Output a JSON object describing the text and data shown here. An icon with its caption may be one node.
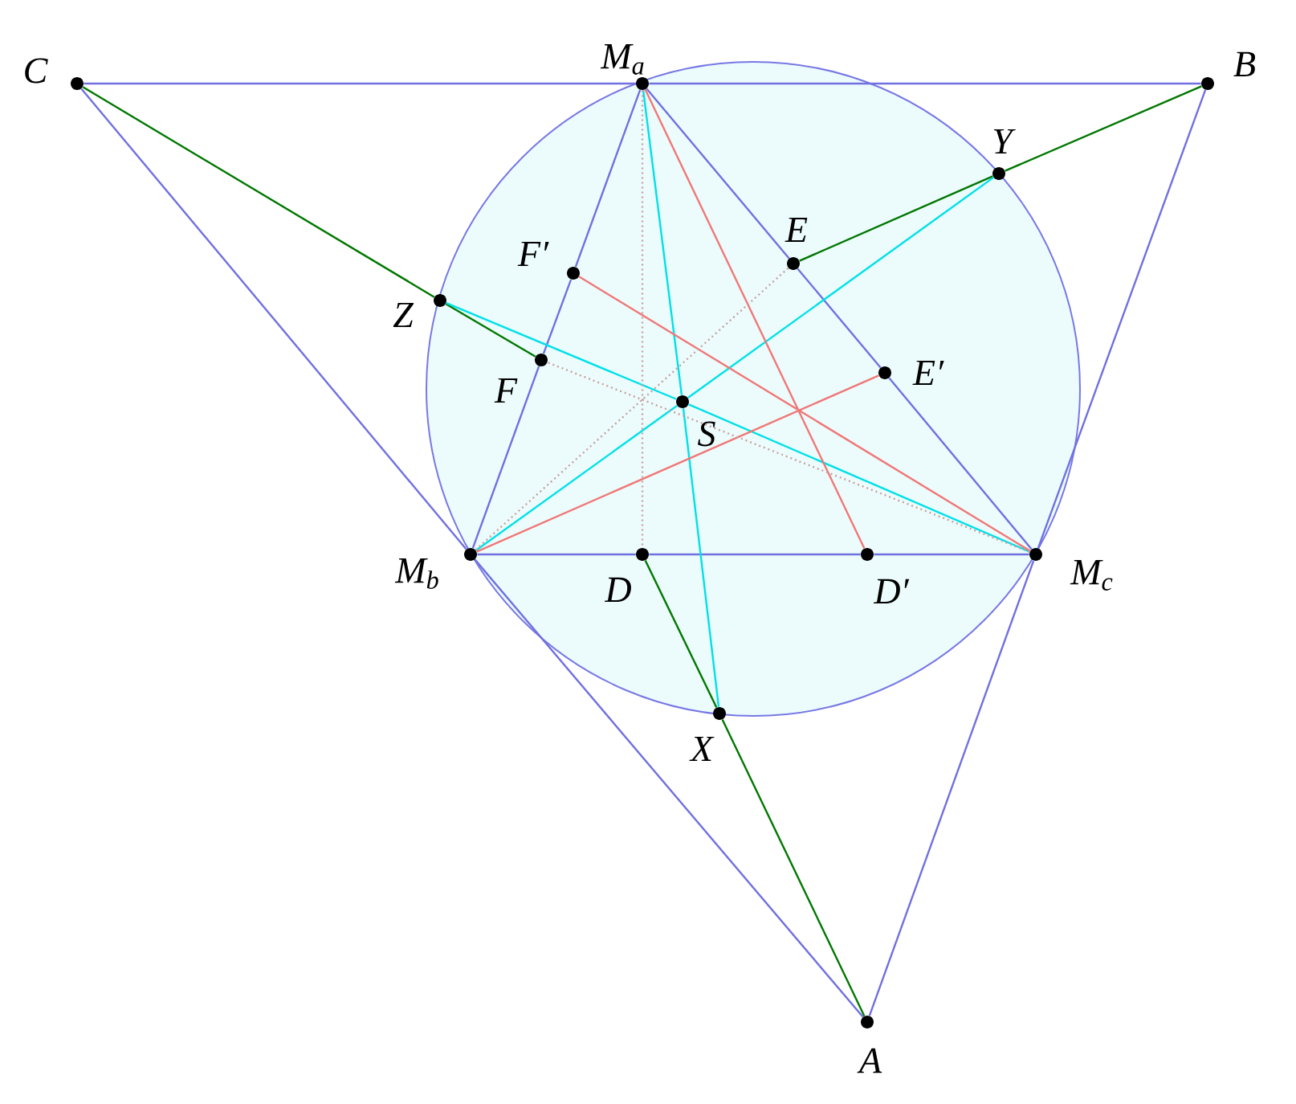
{
  "diagram": {
    "nodes": [
      {
        "text": [
          "C"
        ]
      },
      {
        "text": [
          "M$_{a}$"
        ]
      },
      {
        "text": [
          "B"
        ]
      },
      {
        "text": [
          "Y"
        ]
      },
      {
        "text": [
          "E"
        ]
      },
      {
        "text": [
          "F′"
        ]
      },
      {
        "text": [
          "Z"
        ]
      },
      {
        "text": [
          "F"
        ]
      },
      {
        "text": [
          "E′"
        ]
      },
      {
        "text": [
          "S"
        ]
      },
      {
        "text": [
          "M$_{b}$"
        ]
      },
      {
        "text": [
          "D"
        ]
      },
      {
        "text": [
          "D′"
        ]
      },
      {
        "text": [
          "M$_{c}$"
        ]
      },
      {
        "text": [
          "X"
        ]
      },
      {
        "text": [
          "A"
        ]
      }
    ],
    "edges": [
      {
        "from": 0,
        "to": 1,
        "arrow": "none"
      },
      {
        "from": 1,
        "to": 2,
        "arrow": "none"
      },
      {
        "from": 0,
        "to": 10,
        "arrow": "none"
      },
      {
        "from": 10,
        "to": 15,
        "arrow": "none"
      },
      {
        "from": 2,
        "to": 13,
        "arrow": "none"
      },
      {
        "from": 13,
        "to": 15,
        "arrow": "none"
      },
      {
        "from": 1,
        "to": 5,
        "arrow": "none"
      },
      {
        "from": 5,
        "to": 7,
        "arrow": "none"
      },
      {
        "from": 7,
        "to": 10,
        "arrow": "none"
      },
      {
        "from": 1,
        "to": 4,
        "arrow": "none"
      },
      {
        "from": 4,
        "to": 8,
        "arrow": "none"
      },
      {
        "from": 8,
        "to": 13,
        "arrow": "none"
      },
      {
        "from": 10,
        "to": 11,
        "arrow": "none"
      },
      {
        "from": 11,
        "to": 12,
        "arrow": "none"
      },
      {
        "from": 12,
        "to": 13,
        "arrow": "none"
      },
      {
        "from": 0,
        "to": 6,
        "arrow": "none",
        "color": "#007700"
      },
      {
        "from": 6,
        "to": 7,
        "arrow": "none",
        "color": "#007700"
      },
      {
        "from": 2,
        "to": 3,
        "arrow": "none",
        "color": "#007700"
      },
      {
        "from": 3,
        "to": 4,
        "arrow": "none",
        "color": "#007700"
      },
      {
        "from": 15,
        "to": 14,
        "arrow": "none",
        "color": "#007700"
      },
      {
        "from": 14,
        "to": 11,
        "arrow": "none",
        "color": "#007700"
      },
      {
        "from": 1,
        "to": 9,
        "arrow": "none",
        "color": "#00e0e8"
      },
      {
        "from": 9,
        "to": 14,
        "arrow": "none",
        "color": "#00e0e8"
      },
      {
        "from": 10,
        "to": 9,
        "arrow": "none",
        "color": "#00e0e8"
      },
      {
        "from": 9,
        "to": 3,
        "arrow": "none",
        "color": "#00e0e8"
      },
      {
        "from": 13,
        "to": 9,
        "arrow": "none",
        "color": "#00e0e8"
      },
      {
        "from": 9,
        "to": 6,
        "arrow": "none",
        "color": "#00e0e8"
      },
      {
        "from": 1,
        "to": 12,
        "arrow": "none",
        "color": "#f07878"
      },
      {
        "from": 10,
        "to": 8,
        "arrow": "none",
        "color": "#f07878"
      },
      {
        "from": 13,
        "to": 5,
        "arrow": "none",
        "color": "#f07878"
      },
      {
        "from": 1,
        "to": 11,
        "arrow": "none",
        "style": "dashed",
        "color": "#c8a0a0"
      },
      {
        "from": 10,
        "to": 4,
        "arrow": "none",
        "style": "dashed",
        "color": "#c8a0a0"
      },
      {
        "from": 13,
        "to": 7,
        "arrow": "none",
        "style": "dashed",
        "color": "#c8a0a0"
      }
    ]
  }
}
